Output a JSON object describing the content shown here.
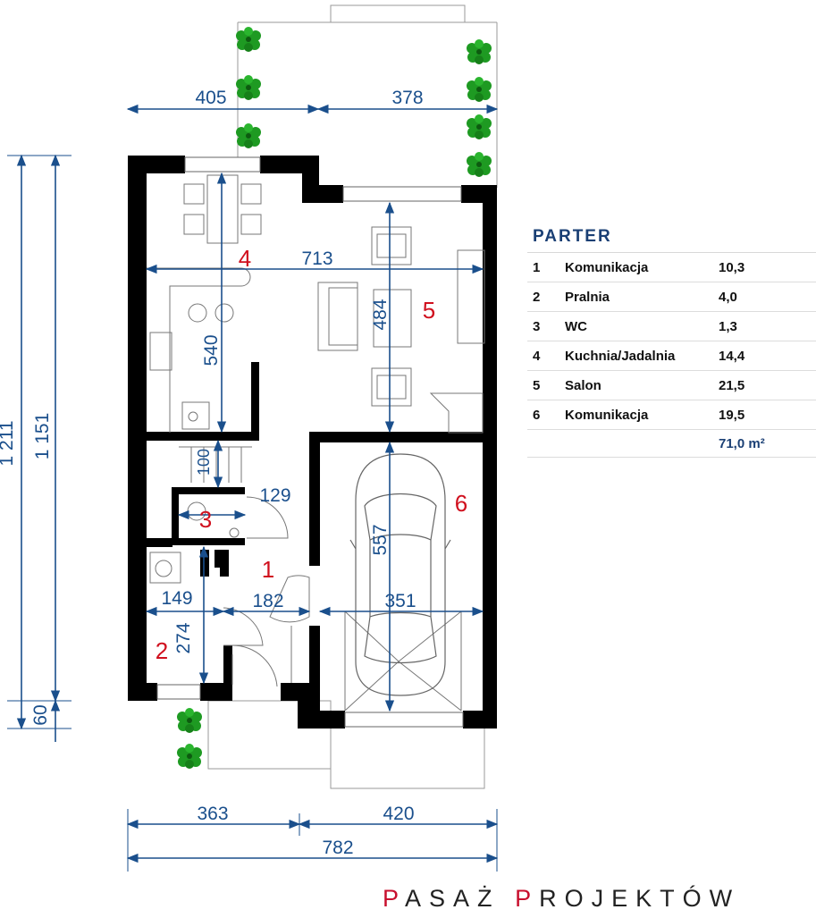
{
  "table": {
    "title": "PARTER",
    "rows": [
      {
        "num": "1",
        "name": "Komunikacja",
        "area": "10,3"
      },
      {
        "num": "2",
        "name": "Pralnia",
        "area": "4,0"
      },
      {
        "num": "3",
        "name": "WC",
        "area": "1,3"
      },
      {
        "num": "4",
        "name": "Kuchnia/Jadalnia",
        "area": "14,4"
      },
      {
        "num": "5",
        "name": "Salon",
        "area": "21,5"
      },
      {
        "num": "6",
        "name": "Komunikacja",
        "area": "19,5"
      }
    ],
    "total": "71,0 m²"
  },
  "dimensions": {
    "d405": "405",
    "d378": "378",
    "d713": "713",
    "d540": "540",
    "d484": "484",
    "d100": "100",
    "d129": "129",
    "d557": "557",
    "d149": "149",
    "d182": "182",
    "d351": "351",
    "d274": "274",
    "d1211": "1 211",
    "d1151": "1 151",
    "d60": "60",
    "d363": "363",
    "d420": "420",
    "d782": "782"
  },
  "room_numbers": {
    "r1": "1",
    "r2": "2",
    "r3": "3",
    "r4": "4",
    "r5": "5",
    "r6": "6"
  },
  "brand": {
    "first_initial": "P",
    "first_rest": "ASAŻ",
    "second_initial": "P",
    "second_rest": "ROJEKTÓW"
  },
  "colors": {
    "dimension": "#1a4f8c",
    "room_number": "#d0101e",
    "wall": "#000000",
    "plant": "#1e9a22"
  }
}
